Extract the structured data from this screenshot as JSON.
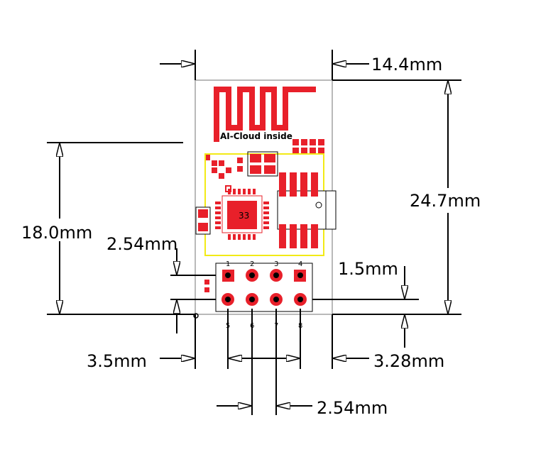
{
  "board": {
    "silkscreen": "AI-Cloud inside",
    "chip_label": "33",
    "pin_labels": [
      "1",
      "2",
      "3",
      "4",
      "5",
      "6",
      "7",
      "8"
    ]
  },
  "dimensions": {
    "width": "14.4mm",
    "height": "24.7mm",
    "header_to_top": "18.0mm",
    "pin_pitch_v": "2.54mm",
    "header_offset": "1.5mm",
    "left_margin": "3.5mm",
    "right_margin": "3.28mm",
    "pin_pitch_h": "2.54mm"
  },
  "colors": {
    "copper": "#e8202a",
    "outline": "#b9b9b9",
    "keepout": "#f2ea16",
    "ink": "#000000"
  }
}
